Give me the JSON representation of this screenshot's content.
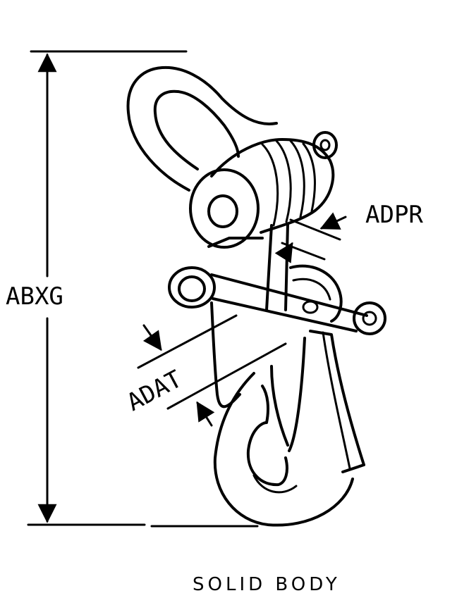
{
  "labels": {
    "overall_length": "ABXG",
    "pin_diameter": "ADPR",
    "throat_opening": "ADAT"
  },
  "caption": "SOLID BODY",
  "colors": {
    "ink": "#000000",
    "background": "#ffffff"
  }
}
